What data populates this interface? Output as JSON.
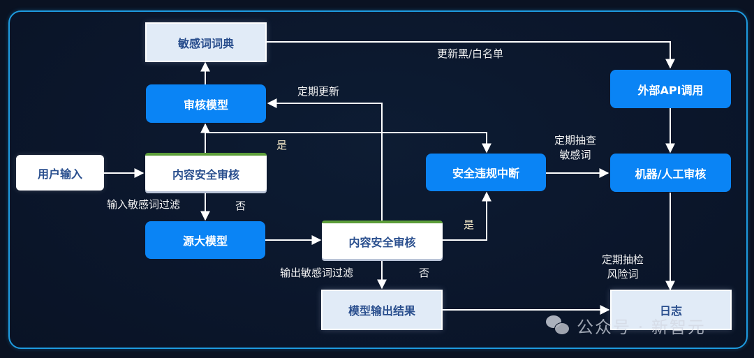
{
  "nodes": {
    "dictionary": "敏感词词典",
    "review_model": "审核模型",
    "user_input": "用户输入",
    "content_audit_1": "内容安全审核",
    "source_model": "源大模型",
    "content_audit_2": "内容安全审核",
    "model_output": "模型输出结果",
    "violation_stop": "安全违规中断",
    "external_api": "外部API调用",
    "machine_human_review": "机器/人工审核",
    "log": "日志"
  },
  "edge_labels": {
    "update_lists": "更新黑/白名单",
    "periodic_update": "定期更新",
    "yes_1": "是",
    "input_filter": "输入敏感词过滤",
    "no_1": "否",
    "yes_2": "是",
    "output_filter": "输出敏感词过滤",
    "no_2": "否",
    "spot_check_line1": "定期抽查",
    "spot_check_line2": "敏感词",
    "risk_check_line1": "定期抽检",
    "risk_check_line2": "风险词"
  },
  "watermark": "公众号 · 新智元",
  "colors": {
    "accent_blue": "#0a84f5",
    "frame_border": "#1e9be0",
    "audit_top_bar": "#5d9e3a",
    "node_text": "#2a4f8e"
  }
}
